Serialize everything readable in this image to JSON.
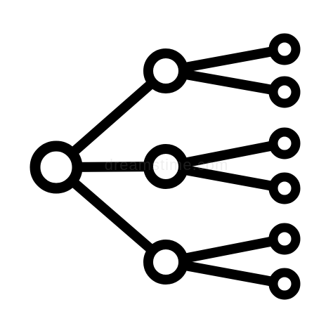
{
  "diagram": {
    "description_kind": "hierarchy-tree-icon",
    "stroke_color": "#000000",
    "fill_color": "#ffffff",
    "nodes": [
      {
        "id": "root",
        "level": 0
      },
      {
        "id": "branch-top",
        "level": 1
      },
      {
        "id": "branch-middle",
        "level": 1
      },
      {
        "id": "branch-bottom",
        "level": 1
      },
      {
        "id": "leaf-1",
        "level": 2
      },
      {
        "id": "leaf-2",
        "level": 2
      },
      {
        "id": "leaf-3",
        "level": 2
      },
      {
        "id": "leaf-4",
        "level": 2
      },
      {
        "id": "leaf-5",
        "level": 2
      },
      {
        "id": "leaf-6",
        "level": 2
      }
    ],
    "edges": [
      {
        "from": "root",
        "to": "branch-top"
      },
      {
        "from": "root",
        "to": "branch-middle"
      },
      {
        "from": "root",
        "to": "branch-bottom"
      },
      {
        "from": "branch-top",
        "to": "leaf-1"
      },
      {
        "from": "branch-top",
        "to": "leaf-2"
      },
      {
        "from": "branch-middle",
        "to": "leaf-3"
      },
      {
        "from": "branch-middle",
        "to": "leaf-4"
      },
      {
        "from": "branch-bottom",
        "to": "leaf-5"
      },
      {
        "from": "branch-bottom",
        "to": "leaf-6"
      }
    ]
  },
  "watermark": {
    "text": "dreamstime.com"
  }
}
